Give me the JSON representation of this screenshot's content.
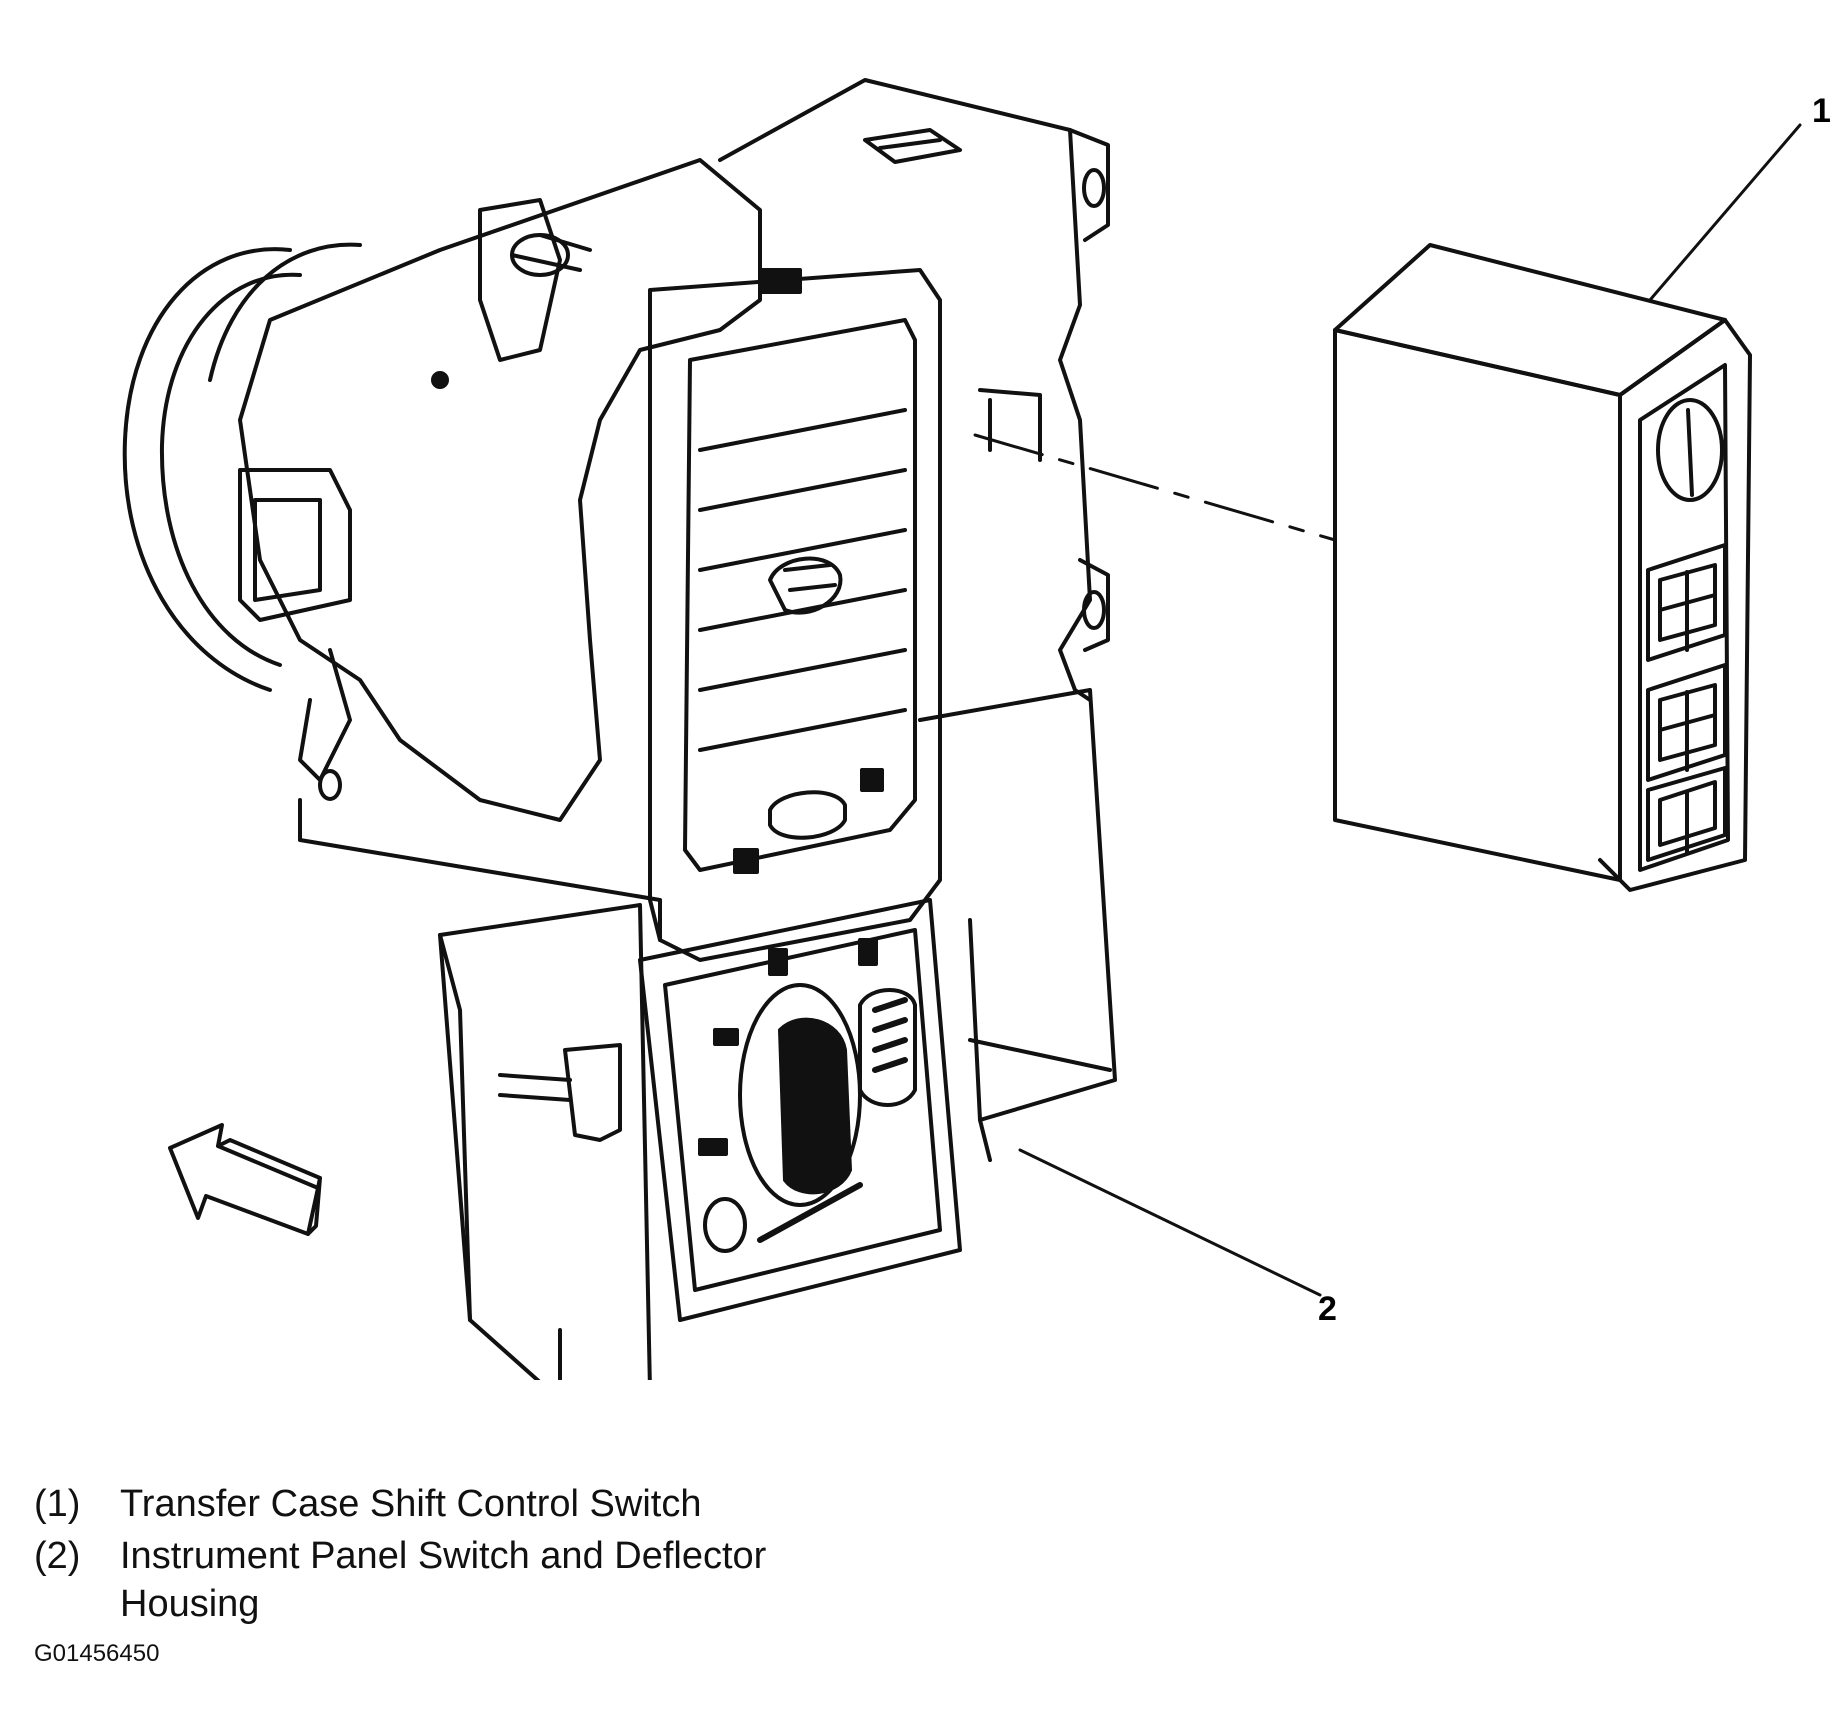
{
  "callouts": [
    {
      "number": "1",
      "legend_number": "(1)",
      "description": "Transfer Case Shift Control Switch"
    },
    {
      "number": "2",
      "legend_number": "(2)",
      "description": "Instrument Panel Switch and Deflector Housing"
    }
  ],
  "figure_id": "G01456450",
  "icons": {
    "direction_arrow": "direction-arrow-icon",
    "shift_switch": "transfer-case-switch",
    "housing": "deflector-housing"
  }
}
